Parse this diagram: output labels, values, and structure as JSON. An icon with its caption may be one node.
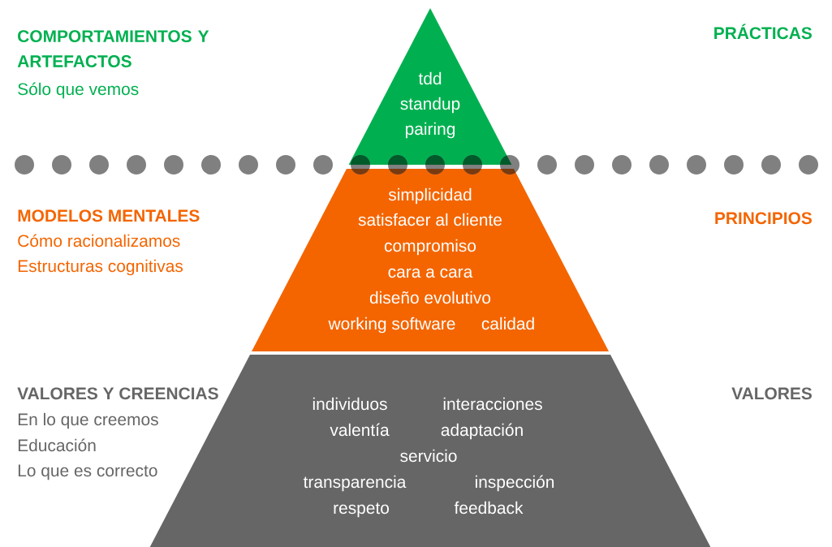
{
  "diagram": {
    "nodes": [
      {
        "text": [
          "tdd",
          "standup",
          "pairing"
        ]
      },
      {
        "text": [
          "simplicidad",
          "satisfacer al cliente",
          "compromiso",
          "cara a cara",
          "diseño evolutivo",
          "working software",
          "calidad"
        ]
      },
      {
        "text": [
          "individuos",
          "interacciones",
          "valentía",
          "adaptación",
          "servicio",
          "transparencia",
          "inspección",
          "respeto",
          "feedback"
        ]
      }
    ],
    "labels": [
      "COMPORTAMIENTOS Y ARTEFACTOS",
      "Sólo que vemos",
      "PRÁCTICAS",
      "MODELOS MENTALES",
      "Cómo racionalizamos",
      "Estructuras cognitivas",
      "PRINCIPIOS",
      "VALORES Y CREENCIAS",
      "En lo que creemos",
      "Educación",
      "Lo que es correcto",
      "VALORES"
    ]
  }
}
